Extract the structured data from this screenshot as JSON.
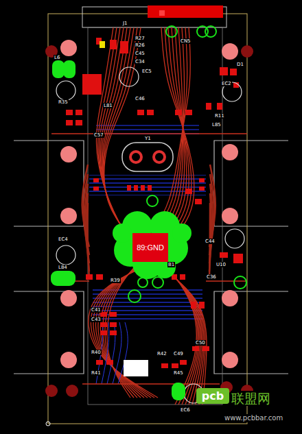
{
  "diagram": {
    "nodes": [
      {
        "text": [
          "89:GND"
        ]
      },
      {
        "text": [
          "pcb"
        ]
      }
    ],
    "labels": [
      "J1",
      "R27",
      "R26",
      "C45",
      "C34",
      "EC5",
      "C46",
      "CN5",
      "D1",
      "EC2",
      "L6",
      "R35",
      "C57",
      "L81",
      "R11",
      "L85",
      "Y1",
      "EC4",
      "L84",
      "R39",
      "C44",
      "U10",
      "C36",
      "B1",
      "C41",
      "C43",
      "R40",
      "R41",
      "R42",
      "C49",
      "C50",
      "R45",
      "EC6",
      "联盟网",
      "www.pcbbar.com"
    ]
  }
}
